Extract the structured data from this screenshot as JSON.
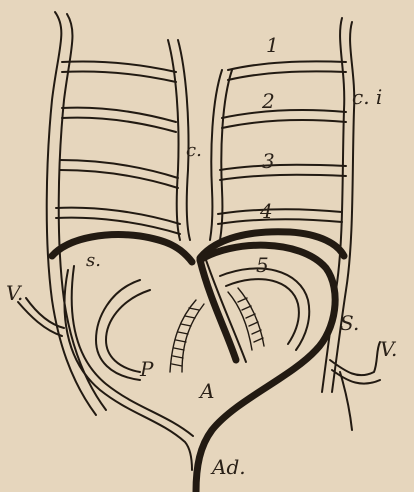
{
  "labels": {
    "n1": "1",
    "n2": "2",
    "n3": "3",
    "n4": "4",
    "n5": "5",
    "ci": "c. i",
    "c": "c.",
    "s": "s.",
    "v_left": "V.",
    "v_right": "V.",
    "s_right": "S.",
    "p": "P",
    "a": "A",
    "ad": "Ad."
  },
  "colors": {
    "paper": "#e6d6bd",
    "ink": "#221a12"
  }
}
